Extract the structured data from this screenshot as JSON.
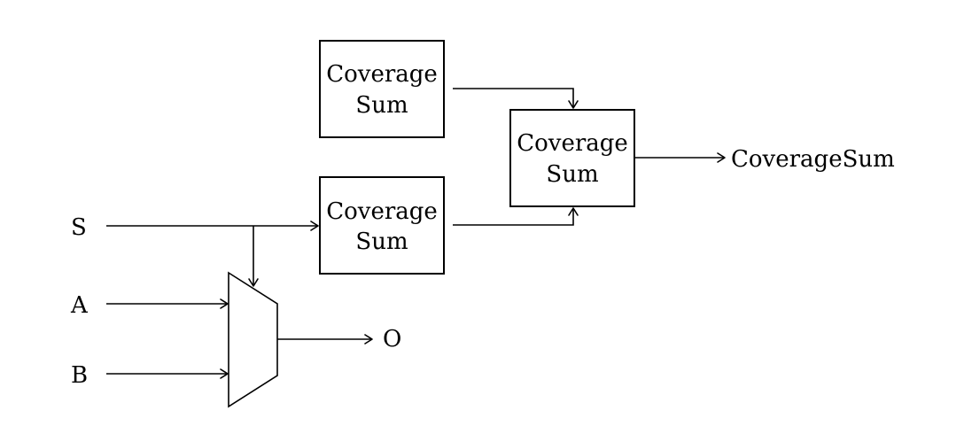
{
  "blocks": {
    "top": {
      "line1": "Coverage",
      "line2": "Sum"
    },
    "bottom": {
      "line1": "Coverage",
      "line2": "Sum"
    },
    "right": {
      "line1": "Coverage",
      "line2": "Sum"
    }
  },
  "signals": {
    "s": "S",
    "a": "A",
    "b": "B",
    "o": "O",
    "output": "CoverageSum"
  }
}
